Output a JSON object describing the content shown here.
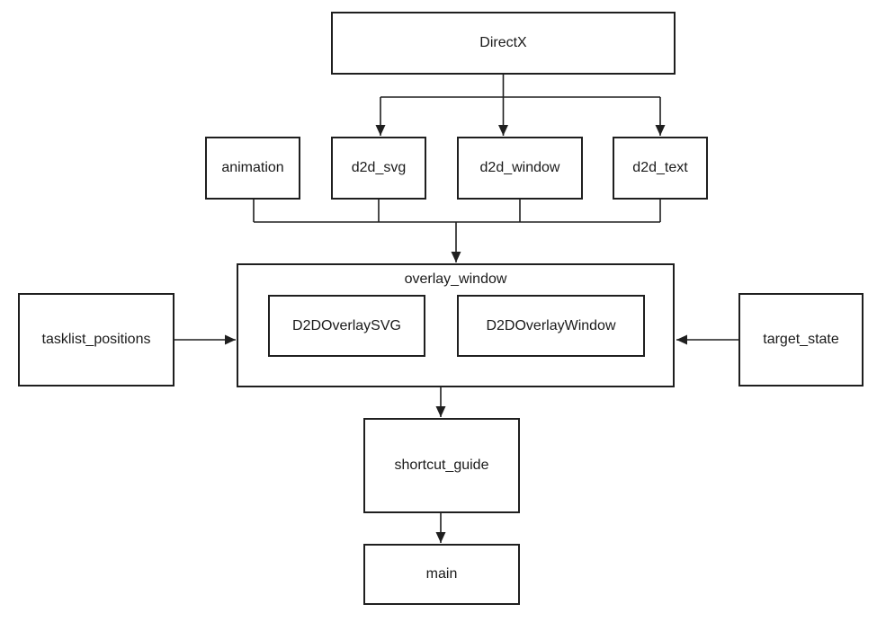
{
  "diagram": {
    "type": "dependency-flowchart",
    "background_color": "#ffffff",
    "line_color": "#1f1f1f",
    "text_color": "#1a1a1a",
    "nodes": {
      "directx": {
        "label": "DirectX"
      },
      "animation": {
        "label": "animation"
      },
      "d2d_svg": {
        "label": "d2d_svg"
      },
      "d2d_window": {
        "label": "d2d_window"
      },
      "d2d_text": {
        "label": "d2d_text"
      },
      "overlay_window": {
        "label": "overlay_window",
        "children": [
          "D2DOverlaySVG",
          "D2DOverlayWindow"
        ]
      },
      "d2d_overlay_svg": {
        "label": "D2DOverlaySVG"
      },
      "d2d_overlay_window": {
        "label": "D2DOverlayWindow"
      },
      "tasklist_positions": {
        "label": "tasklist_positions"
      },
      "target_state": {
        "label": "target_state"
      },
      "shortcut_guide": {
        "label": "shortcut_guide"
      },
      "main": {
        "label": "main"
      }
    },
    "edges": [
      {
        "from": "DirectX",
        "to": "d2d_svg"
      },
      {
        "from": "DirectX",
        "to": "d2d_window"
      },
      {
        "from": "DirectX",
        "to": "d2d_text"
      },
      {
        "from": "animation",
        "to": "overlay_window"
      },
      {
        "from": "d2d_svg",
        "to": "overlay_window"
      },
      {
        "from": "d2d_window",
        "to": "overlay_window"
      },
      {
        "from": "d2d_text",
        "to": "overlay_window"
      },
      {
        "from": "tasklist_positions",
        "to": "overlay_window"
      },
      {
        "from": "target_state",
        "to": "overlay_window"
      },
      {
        "from": "overlay_window",
        "to": "shortcut_guide"
      },
      {
        "from": "shortcut_guide",
        "to": "main"
      }
    ]
  }
}
